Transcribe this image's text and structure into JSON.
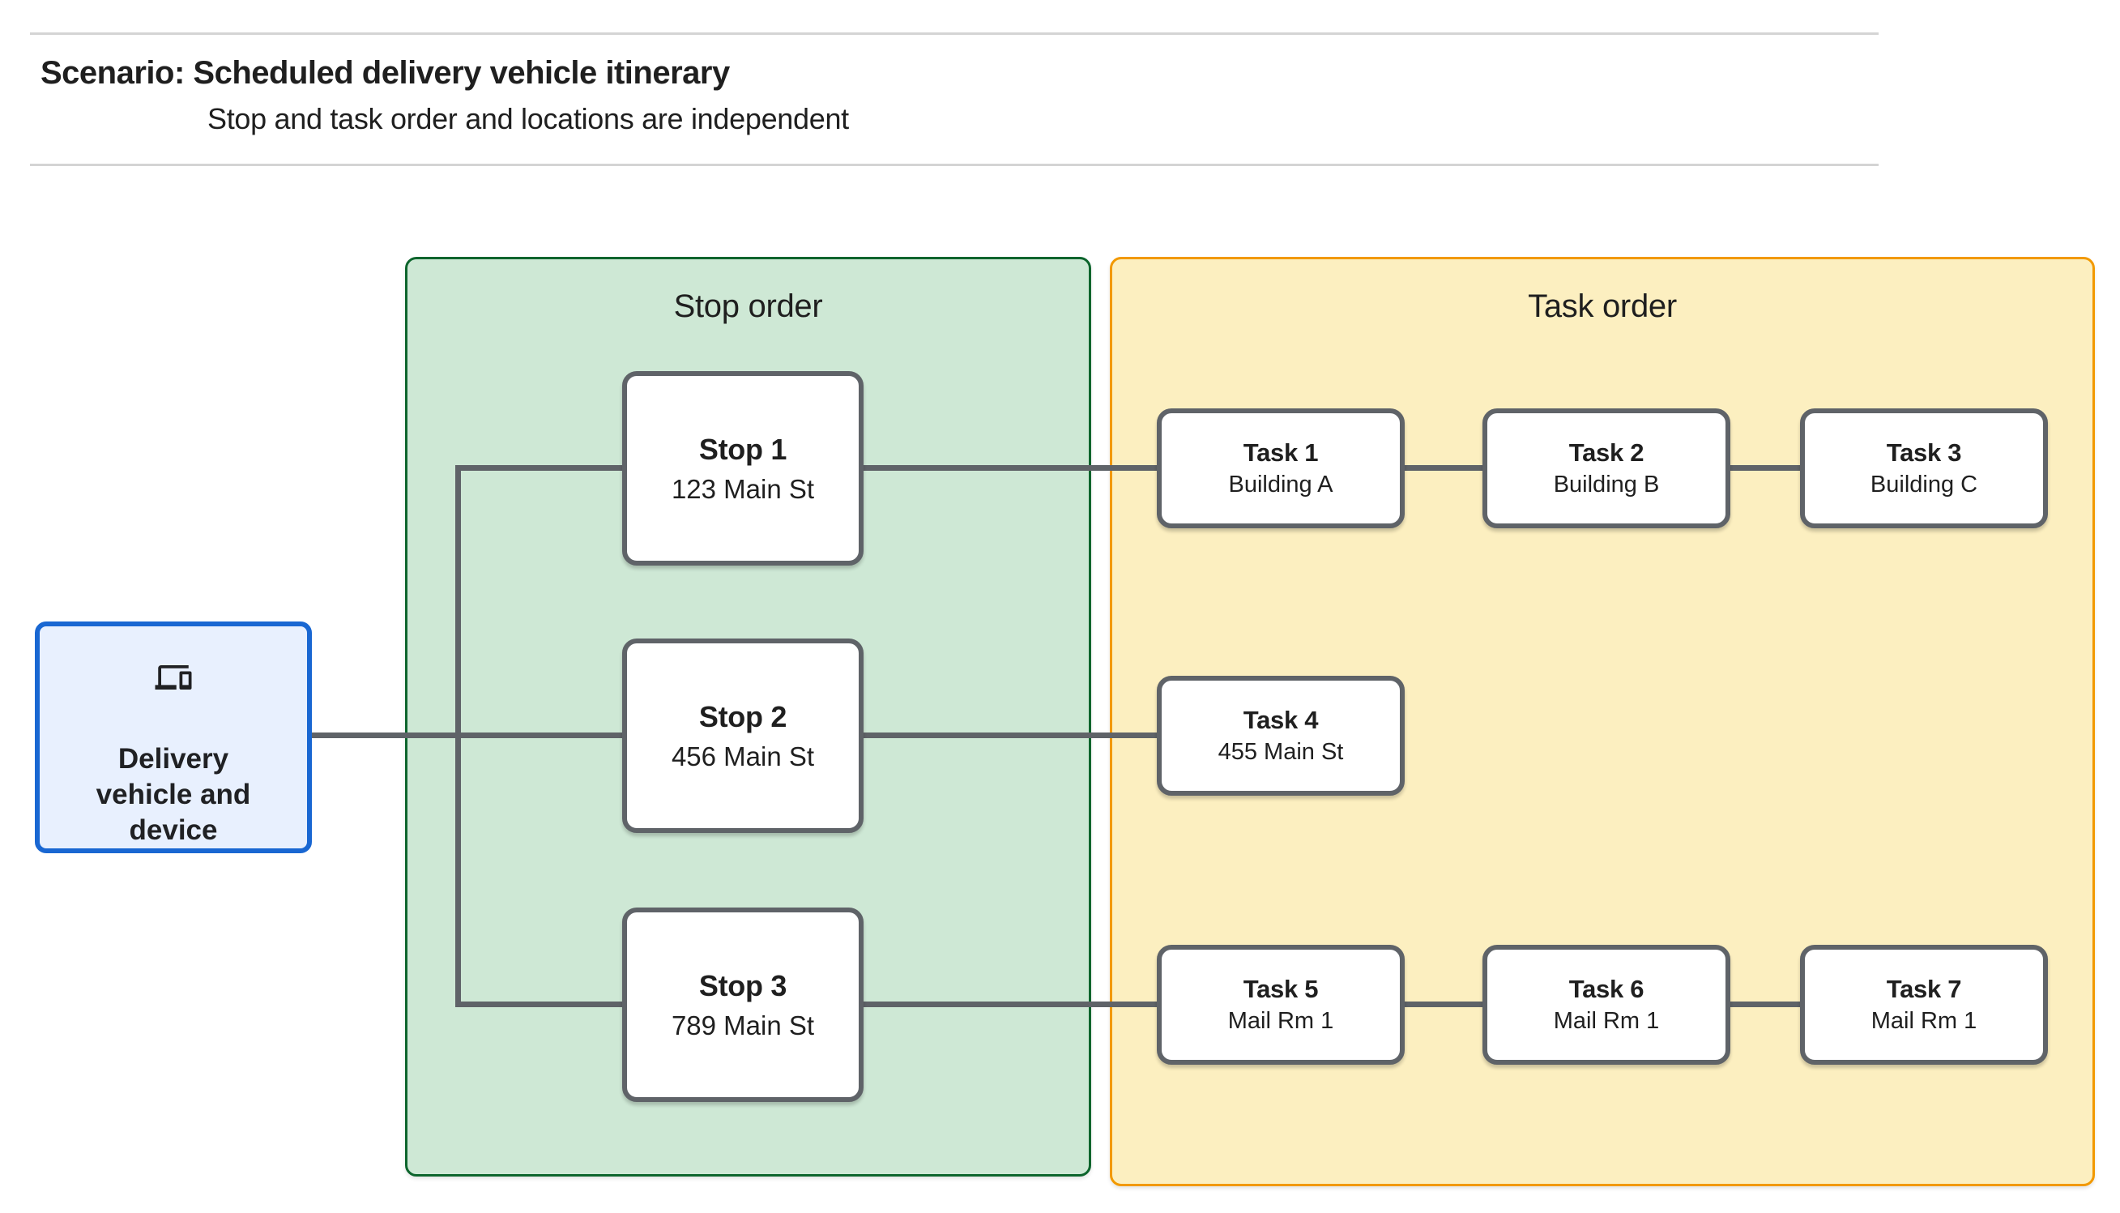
{
  "header": {
    "title": "Scenario: Scheduled delivery vehicle itinerary",
    "subtitle": "Stop and task order and locations are independent"
  },
  "source": {
    "label": "Delivery vehicle and device",
    "icon": "devices-icon",
    "fill_color": "#e8f0fe",
    "border_color": "#1967d2"
  },
  "stop_panel": {
    "title": "Stop order",
    "fill_color": "#cee8d5",
    "border_color": "#0d652d",
    "stops": [
      {
        "name": "Stop 1",
        "location": "123 Main St"
      },
      {
        "name": "Stop 2",
        "location": "456 Main St"
      },
      {
        "name": "Stop 3",
        "location": "789 Main St"
      }
    ]
  },
  "task_panel": {
    "title": "Task order",
    "fill_color": "#fcefc0",
    "border_color": "#f29900",
    "rows": [
      [
        {
          "name": "Task 1",
          "location": "Building A"
        },
        {
          "name": "Task 2",
          "location": "Building B"
        },
        {
          "name": "Task 3",
          "location": "Building C"
        }
      ],
      [
        {
          "name": "Task 4",
          "location": "455 Main St"
        }
      ],
      [
        {
          "name": "Task 5",
          "location": "Mail Rm 1"
        },
        {
          "name": "Task 6",
          "location": "Mail Rm 1"
        },
        {
          "name": "Task 7",
          "location": "Mail Rm 1"
        }
      ]
    ]
  },
  "connector_color": "#5f6368"
}
